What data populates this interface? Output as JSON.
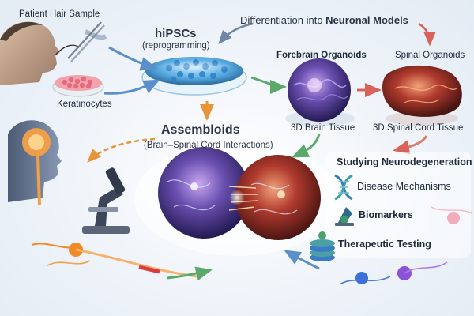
{
  "labels": {
    "patient_hair_sample": "Patient Hair Sample",
    "keratinocytes": "Keratinocytes",
    "hipscs_title": "hiPSCs",
    "hipscs_sub": "(reprogramming)",
    "differentiation_prefix": "Differentiation into ",
    "differentiation_bold": "Neuronal Models",
    "forebrain_organoids": "Forebrain Organoids",
    "spinal_organoids": "Spinal Organoids",
    "brain_tissue": "3D Brain Tissue",
    "spinal_tissue": "3D Spinal Cord Tissue",
    "assembloids_title": "Assembloids",
    "assembloids_sub": "(Brain–Spinal Cord Interactions)",
    "studying": "Studying Neurodegeneration",
    "disease_mechanisms": "Disease Mechanisms",
    "biomarkers": "Biomarkers",
    "therapeutic_testing": "Therapeutic Testing"
  },
  "colors": {
    "arrow_blue": "#5b8fc9",
    "arrow_green": "#5aa86a",
    "arrow_red": "#d9635a",
    "arrow_orange": "#e8953a",
    "organoid_purple": "#6a4fb0",
    "organoid_red": "#b03a2e",
    "dish_blue": "#4fa6dd",
    "neuron_orange": "#f08a24"
  },
  "icons": [
    "dna-icon",
    "microscope-icon",
    "biomarker-icon",
    "drug-stack-icon",
    "petri-dish-icon"
  ]
}
